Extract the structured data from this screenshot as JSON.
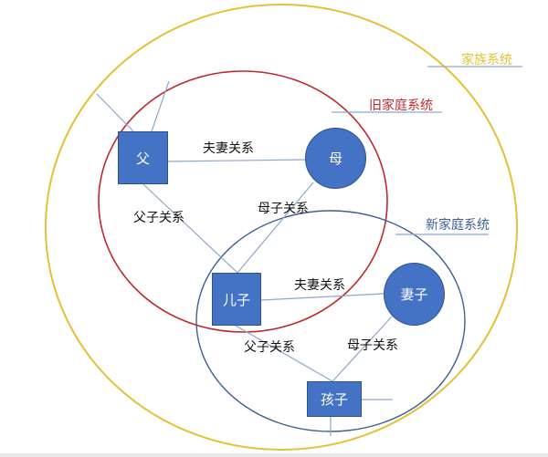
{
  "systems": {
    "clan": {
      "label": "家族系统",
      "color": "#e6c036"
    },
    "old_family": {
      "label": "旧家庭系统",
      "color": "#c0282e"
    },
    "new_family": {
      "label": "新家庭系统",
      "color": "#3d5f8f"
    }
  },
  "nodes": {
    "father": "父",
    "mother": "母",
    "son": "儿子",
    "wife": "妻子",
    "child": "孩子"
  },
  "relations": {
    "father_mother": "夫妻关系",
    "father_son": "父子关系",
    "mother_son": "母子关系",
    "son_wife": "夫妻关系",
    "son_child": "父子关系",
    "wife_child": "母子关系"
  },
  "colors": {
    "node": "#4472c4",
    "line": "#8ea6c9"
  }
}
